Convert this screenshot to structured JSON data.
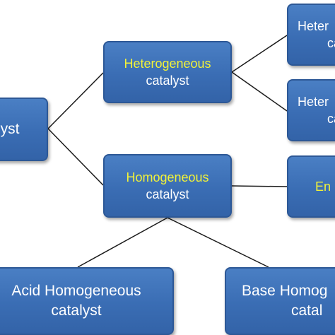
{
  "diagram": {
    "root": {
      "label": "Catalyst",
      "visible_text": "yst"
    },
    "heterogeneous": {
      "line1": "Heterogeneous",
      "line2": "catalyst"
    },
    "homogeneous": {
      "line1": "Homogeneous",
      "line2": "catalyst"
    },
    "heterogeneous_child_1": {
      "line1": "Heter",
      "line2": "ca"
    },
    "heterogeneous_child_2": {
      "line1": "Heter",
      "line2": "ca"
    },
    "enzyme": {
      "line1": "En"
    },
    "acid_homogeneous": {
      "line1": "Acid Homogeneous",
      "line2": "catalyst"
    },
    "base_homogeneous": {
      "line1": "Base Homog",
      "line2": "catal"
    }
  },
  "colors": {
    "box_fill": "#3a6db4",
    "box_border": "#2d5896",
    "primary_text": "#f2f238",
    "secondary_text": "#ffffff",
    "connector": "#1a1a1a"
  }
}
